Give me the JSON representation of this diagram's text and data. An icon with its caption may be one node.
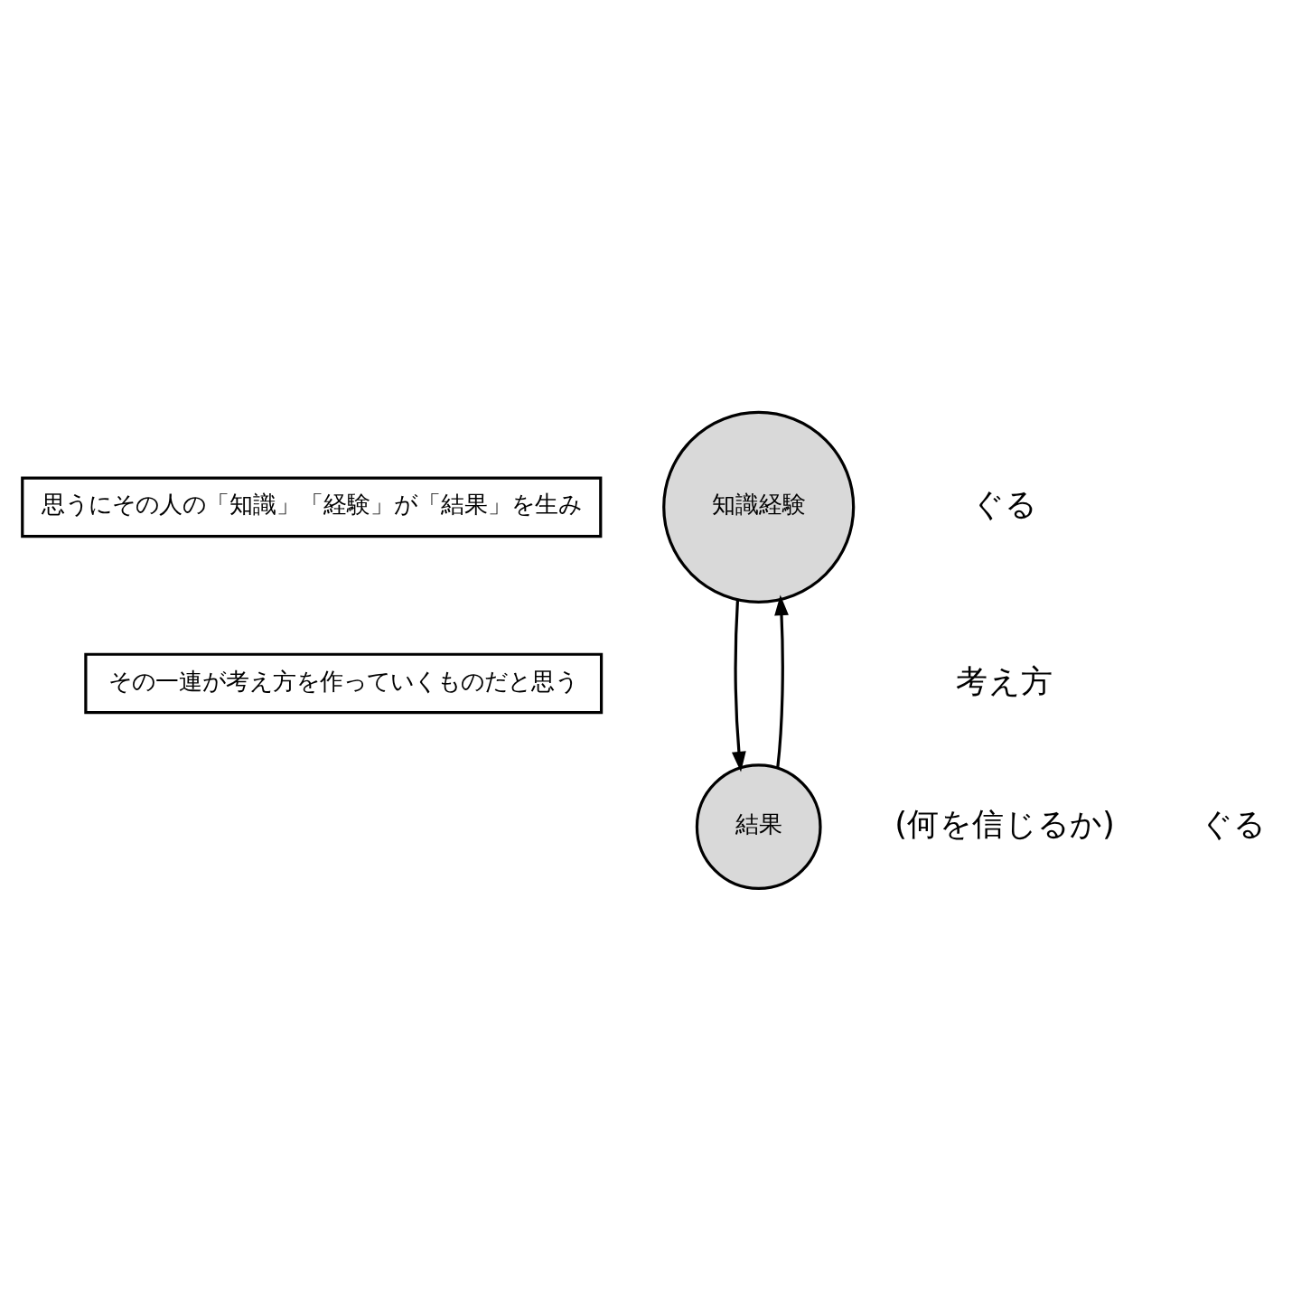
{
  "diagram": {
    "nodes": [
      {
        "text": [
          "思うにその人の「知識」「経験」が「結果」を生み"
        ]
      },
      {
        "text": [
          "知識経験"
        ]
      },
      {
        "text": [
          "結果"
        ]
      },
      {
        "text": [
          "その一連が考え方を作っていくものだと思う"
        ]
      }
    ],
    "edges": [
      {
        "from": 1,
        "to": 2,
        "arrow": "to"
      },
      {
        "from": 2,
        "to": 1,
        "arrow": "to"
      }
    ],
    "labels": [
      "ぐる",
      "考え方",
      "(何を信じるか)",
      "ぐる"
    ]
  }
}
